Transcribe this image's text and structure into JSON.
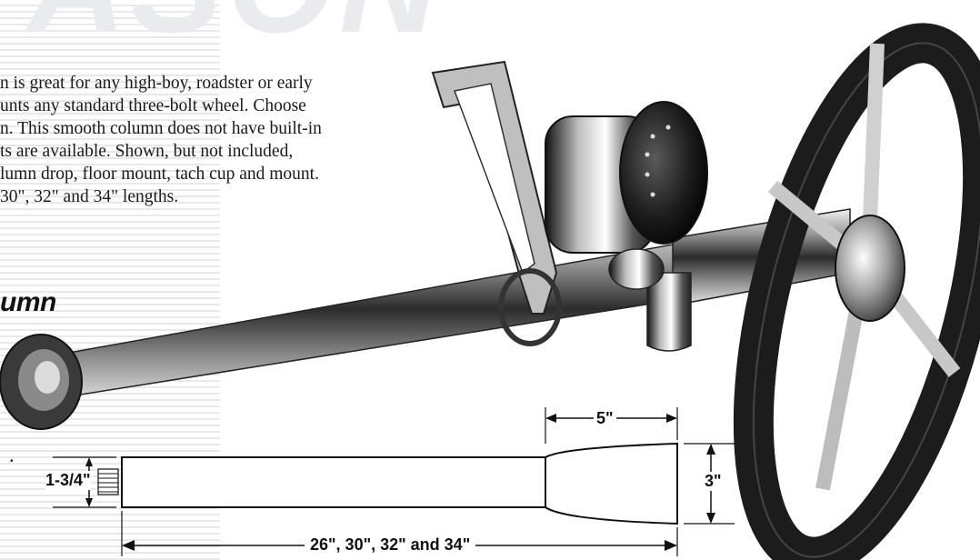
{
  "heading": {
    "faint_title": "ASON",
    "sub_heading": "umn"
  },
  "description": {
    "lines": [
      "n is great for any high-boy, roadster or early",
      "unts any standard three-bolt wheel. Choose",
      "n. This smooth column does not have built-in",
      "ts are available. Shown, but not included,",
      "lumn drop, floor mount, tach cup and mount.",
      "30\", 32\" and 34\" lengths."
    ]
  },
  "stray_text": ".",
  "dimensions": {
    "diameter": "1-3/4\"",
    "end_length": "5\"",
    "end_height": "3\"",
    "lengths": "26\", 30\", 32\" and 34\""
  },
  "colors": {
    "stripe": "#e7e9ec",
    "text": "#1a1a1a",
    "chrome_dark": "#2a2a2a",
    "chrome_light": "#d8d8d8"
  },
  "icons": [
    "steering-wheel-illustration",
    "tach-gauge-illustration",
    "column-diagram"
  ]
}
